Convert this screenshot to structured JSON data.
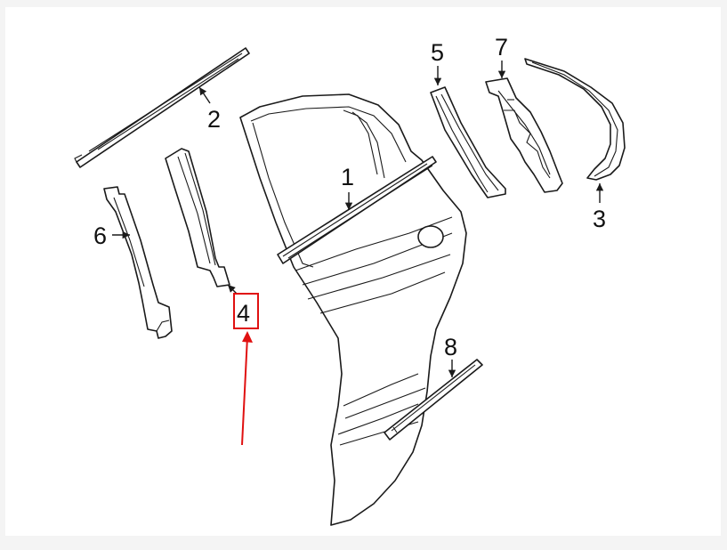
{
  "callouts": {
    "c1": "1",
    "c2": "2",
    "c3": "3",
    "c4": "4",
    "c5": "5",
    "c6": "6",
    "c7": "7",
    "c8": "8"
  },
  "highlight": {
    "target": "4",
    "box_color": "#e01010",
    "arrow_color": "#e01010"
  },
  "colors": {
    "line": "#1a1a1a",
    "page_bg": "#f4f4f4",
    "canvas_bg": "#ffffff"
  }
}
